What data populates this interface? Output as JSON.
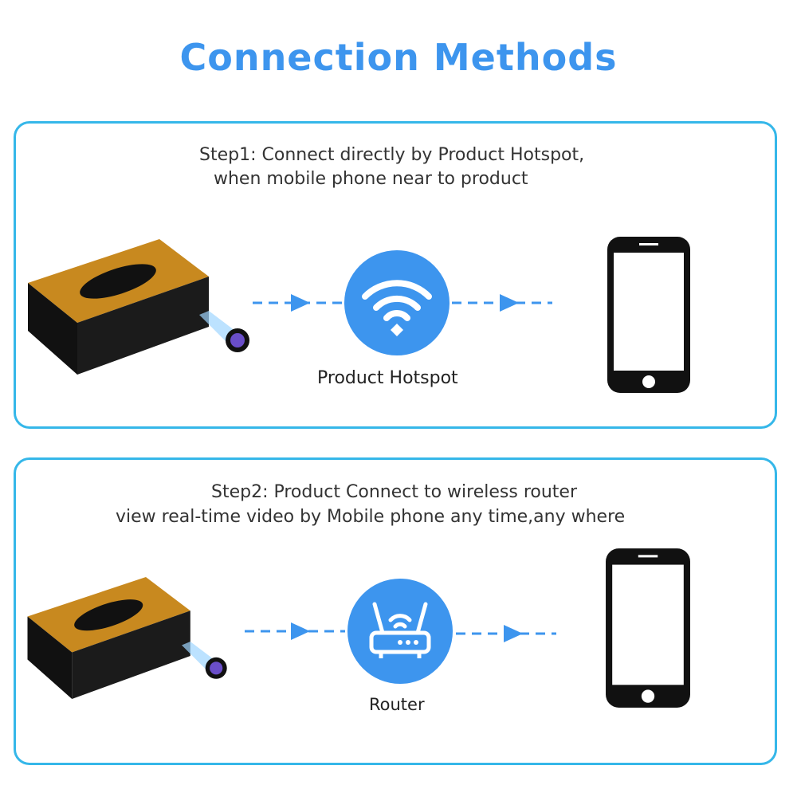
{
  "title": "Connection Methods",
  "step1": {
    "line1": "Step1: Connect directly by Product Hotspot,",
    "line2": "when mobile phone near to product",
    "node_label": "Product Hotspot"
  },
  "step2": {
    "line1": "Step2: Product Connect to wireless router",
    "line2": "view real-time video by Mobile phone any time,any where",
    "node_label": "Router"
  },
  "colors": {
    "accent": "#3d95ee",
    "border": "#35b7e9"
  }
}
